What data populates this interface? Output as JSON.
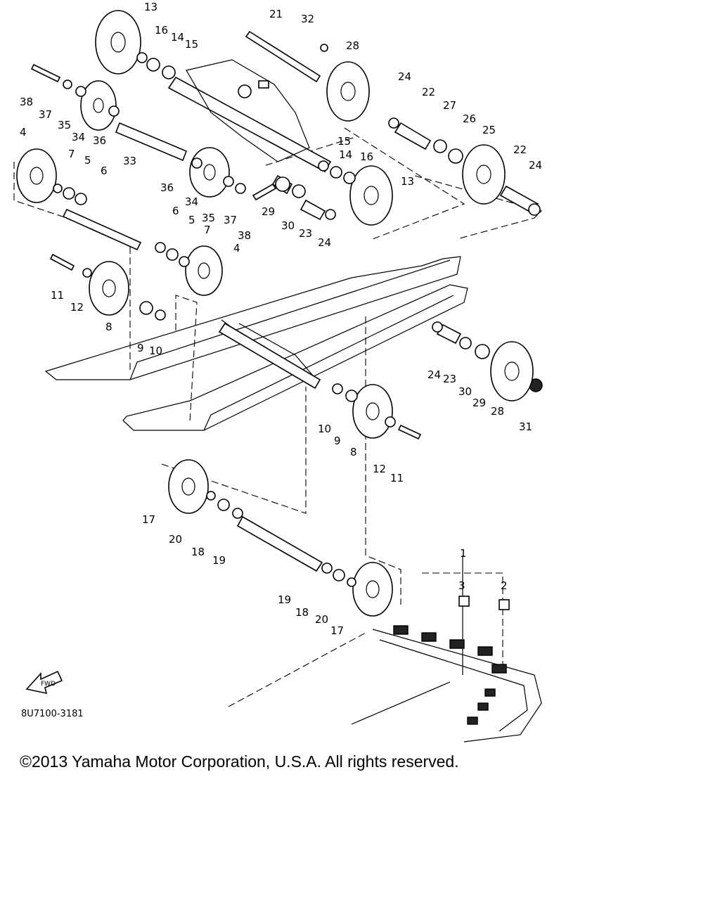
{
  "diagram": {
    "code": "8U7100-3181",
    "fwd_label": "FWD",
    "callouts": [
      "13",
      "16",
      "14",
      "15",
      "21",
      "32",
      "28",
      "38",
      "37",
      "35",
      "34",
      "36",
      "24",
      "22",
      "27",
      "26",
      "25",
      "4",
      "7",
      "5",
      "6",
      "33",
      "36",
      "34",
      "35",
      "37",
      "38",
      "29",
      "30",
      "23",
      "24",
      "15",
      "14",
      "16",
      "13",
      "22",
      "24",
      "6",
      "5",
      "7",
      "4",
      "11",
      "12",
      "8",
      "9",
      "10",
      "24",
      "23",
      "30",
      "29",
      "28",
      "31",
      "10",
      "9",
      "8",
      "12",
      "11",
      "17",
      "20",
      "18",
      "19",
      "19",
      "18",
      "20",
      "17",
      "1",
      "3",
      "2"
    ]
  },
  "footer": {
    "copyright": "©2013 Yamaha Motor Corporation, U.S.A. All rights reserved."
  }
}
